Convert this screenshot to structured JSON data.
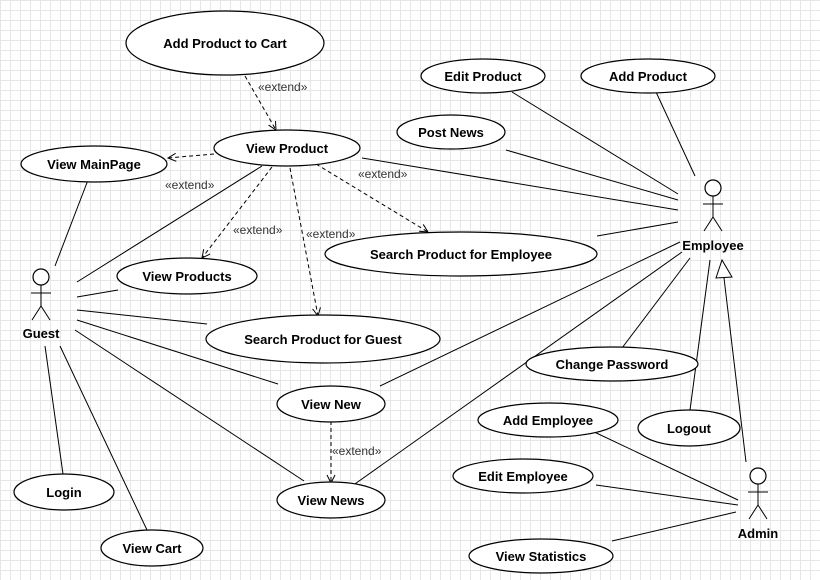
{
  "actors": {
    "guest": "Guest",
    "employee": "Employee",
    "admin": "Admin"
  },
  "use_cases": {
    "add_product_to_cart": "Add Product to Cart",
    "view_product": "View Product",
    "view_mainpage": "View MainPage",
    "view_products": "View Products",
    "search_product_for_guest": "Search Product for Guest",
    "search_product_for_employee": "Search Product for Employee",
    "view_new": "View New",
    "view_news": "View News",
    "login": "Login",
    "view_cart": "View Cart",
    "edit_product": "Edit Product",
    "add_product": "Add Product",
    "post_news": "Post News",
    "change_password": "Change Password",
    "logout": "Logout",
    "add_employee": "Add Employee",
    "edit_employee": "Edit Employee",
    "view_statistics": "View Statistics"
  },
  "stereotype": "«extend»"
}
